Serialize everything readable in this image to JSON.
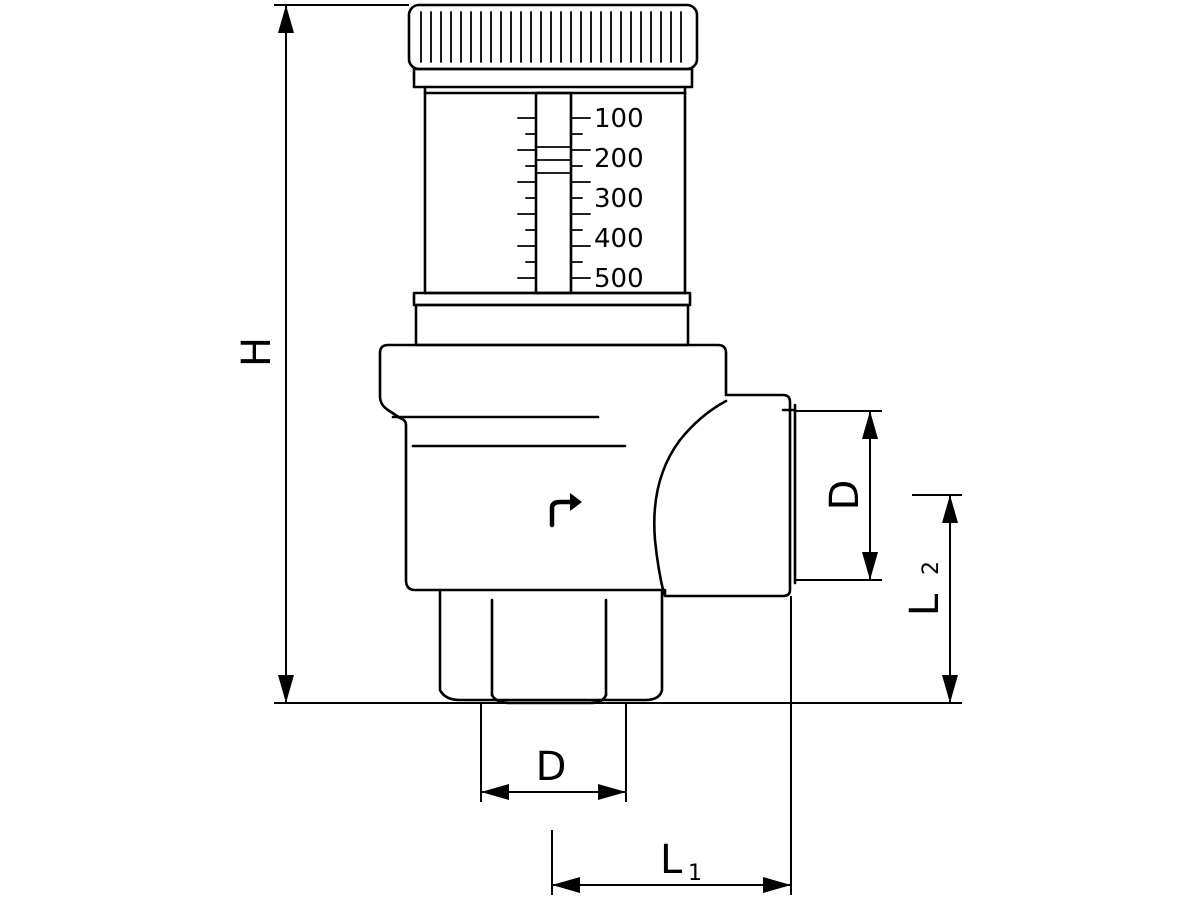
{
  "scale": {
    "labels": [
      "100",
      "200",
      "300",
      "400",
      "500"
    ]
  },
  "dimensions": {
    "height": "H",
    "inlet_diameter": "D",
    "outlet_diameter": "D",
    "l1_main": "L",
    "l1_sub": "1",
    "l2_main": "L",
    "l2_sub": "2"
  },
  "icons": {
    "flow_direction": "flow-direction-arrow-icon"
  }
}
